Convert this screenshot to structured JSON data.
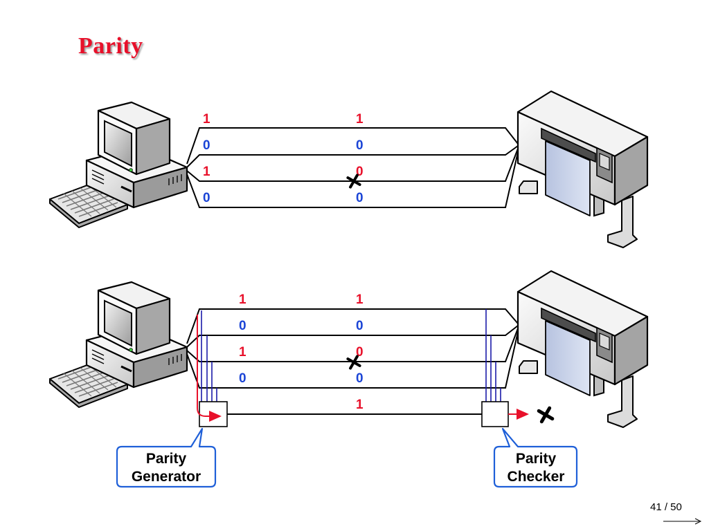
{
  "slide": {
    "title": "Parity",
    "page_indicator": "41 / 50"
  },
  "colors": {
    "title": "#e8102a",
    "bit_one": "#e8102a",
    "bit_zero": "#1a44d6",
    "wire": "#000000",
    "parity_tap": "#1a1aa8",
    "arrow_red": "#e8102a",
    "callout_border": "#1e5fd8"
  },
  "top_diagram": {
    "sent_bits": [
      "1",
      "0",
      "1",
      "0"
    ],
    "received_bits": [
      "1",
      "0",
      "0",
      "0"
    ],
    "error_marker": "x-error-icon"
  },
  "bottom_diagram": {
    "sent_bits": [
      "1",
      "0",
      "1",
      "0"
    ],
    "received_bits": [
      "1",
      "0",
      "0",
      "0"
    ],
    "parity_bit": "1",
    "generator_label_line1": "Parity",
    "generator_label_line2": "Generator",
    "checker_label_line1": "Parity",
    "checker_label_line2": "Checker",
    "error_marker": "x-error-icon"
  },
  "icons": [
    "computer-icon",
    "printer-icon",
    "keyboard-icon",
    "next-arrow-icon"
  ]
}
